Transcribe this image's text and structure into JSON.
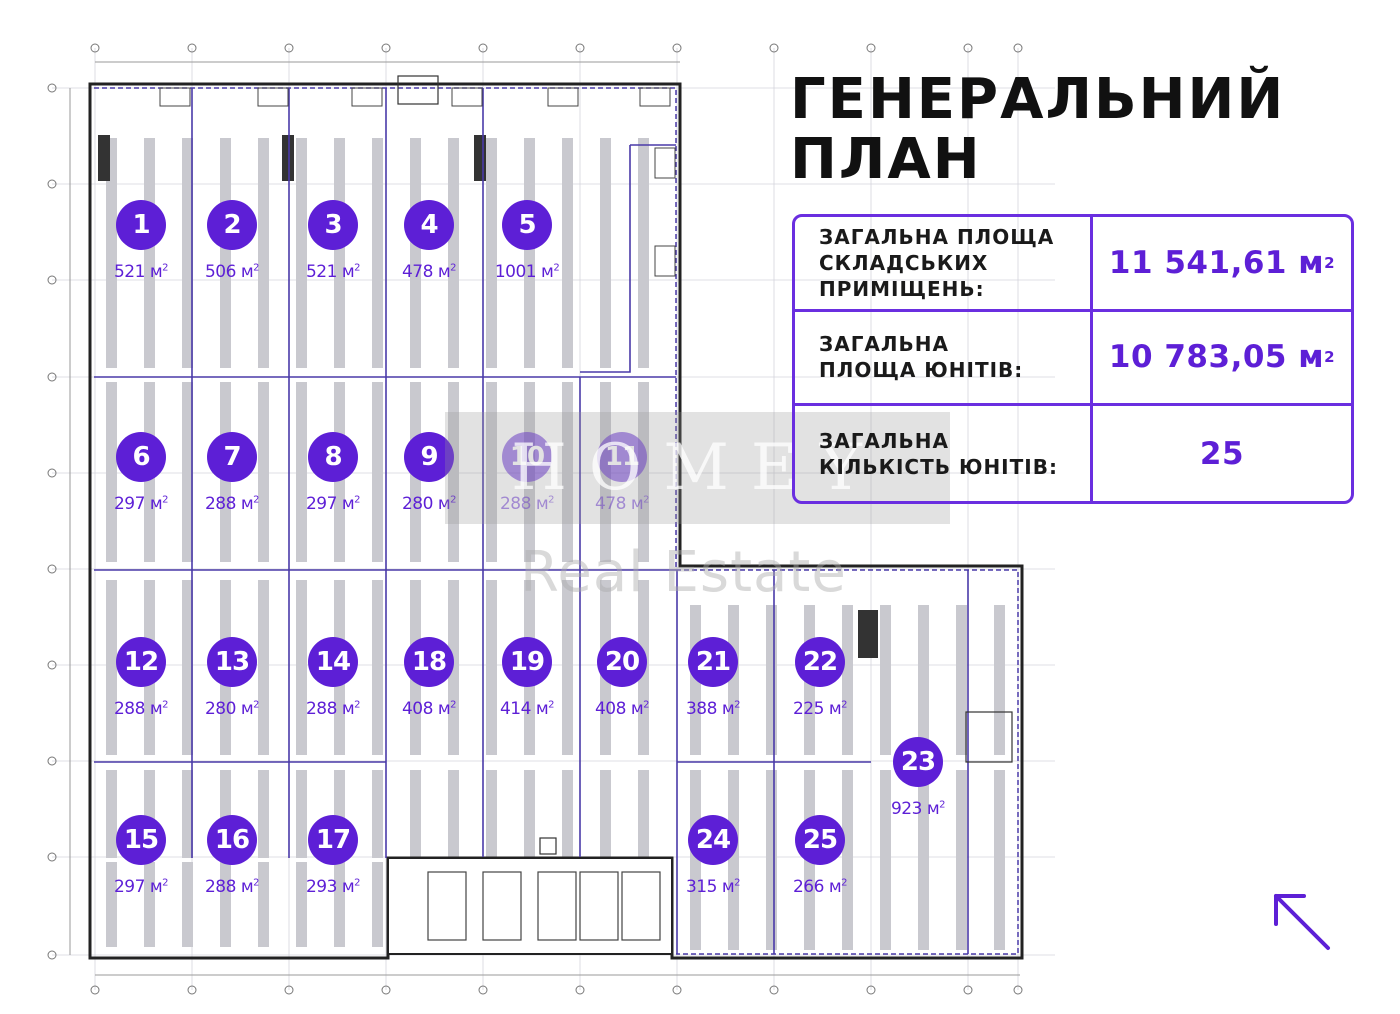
{
  "title_lines": [
    "ГЕНЕРАЛЬНИЙ",
    "ПЛАН"
  ],
  "stats": [
    {
      "label_lines": [
        "ЗАГАЛЬНА ПЛОЩА",
        "СКЛАДСЬКИХ",
        "ПРИМІЩЕНЬ:"
      ],
      "value": "11 541,61 м",
      "unit_sup": "2"
    },
    {
      "label_lines": [
        "ЗАГАЛЬНА",
        "ПЛОЩА ЮНІТІВ:"
      ],
      "value": "10 783,05 м",
      "unit_sup": "2"
    },
    {
      "label_lines": [
        "ЗАГАЛЬНА",
        "КІЛЬКІСТЬ ЮНІТІВ:"
      ],
      "value": "25",
      "unit_sup": ""
    }
  ],
  "units": [
    {
      "number": "1",
      "area": "521 м"
    },
    {
      "number": "2",
      "area": "506 м"
    },
    {
      "number": "3",
      "area": "521 м"
    },
    {
      "number": "4",
      "area": "478 м"
    },
    {
      "number": "5",
      "area": "1001 м"
    },
    {
      "number": "6",
      "area": "297 м"
    },
    {
      "number": "7",
      "area": "288 м"
    },
    {
      "number": "8",
      "area": "297 м"
    },
    {
      "number": "9",
      "area": "280 м"
    },
    {
      "number": "10",
      "area": "288 м"
    },
    {
      "number": "11",
      "area": "478 м"
    },
    {
      "number": "12",
      "area": "288 м"
    },
    {
      "number": "13",
      "area": "280 м"
    },
    {
      "number": "14",
      "area": "288 м"
    },
    {
      "number": "18",
      "area": "408 м"
    },
    {
      "number": "19",
      "area": "414 м"
    },
    {
      "number": "20",
      "area": "408 м"
    },
    {
      "number": "21",
      "area": "388 м"
    },
    {
      "number": "22",
      "area": "225 м"
    },
    {
      "number": "23",
      "area": "923 м"
    },
    {
      "number": "15",
      "area": "297 м"
    },
    {
      "number": "16",
      "area": "288 м"
    },
    {
      "number": "17",
      "area": "293 м"
    },
    {
      "number": "24",
      "area": "315 м"
    },
    {
      "number": "25",
      "area": "266 м"
    }
  ],
  "area_unit_sup": "2",
  "watermark": {
    "main": "HOMEY",
    "sub": "Real Estate"
  },
  "colors": {
    "accent": "#5d1fd6",
    "border": "#6a2ee0",
    "plan_line": "#4a3aa8",
    "rack": "#c9c9cf"
  },
  "icons": {
    "north_arrow": "arrow-up-left-icon"
  }
}
